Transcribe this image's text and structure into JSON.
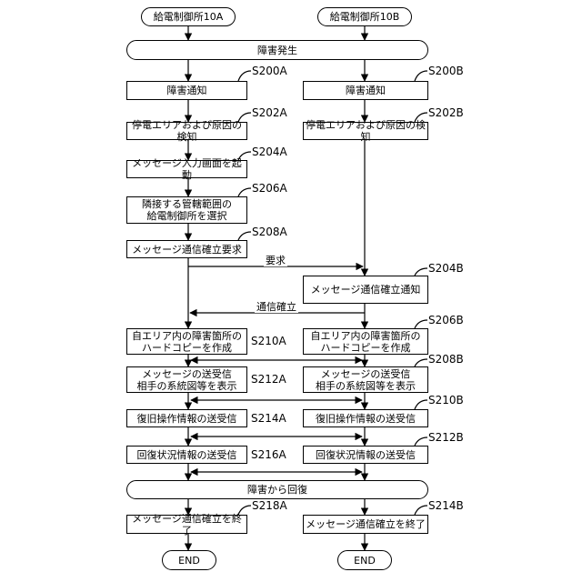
{
  "terminals": {
    "start_a": "給電制御所10A",
    "start_b": "給電制御所10B",
    "end_a": "END",
    "end_b": "END"
  },
  "banners": {
    "fault_occurs": "障害発生",
    "fault_recovery": "障害から回復"
  },
  "steps": {
    "a_notify": {
      "id": "S200A",
      "text": "障害通知"
    },
    "b_notify": {
      "id": "S200B",
      "text": "障害通知"
    },
    "a_detect": {
      "id": "S202A",
      "text": "停電エリアおよび原因の検知"
    },
    "b_detect": {
      "id": "S202B",
      "text": "停電エリアおよび原因の検知"
    },
    "a_start_screen": {
      "id": "S204A",
      "text": "メッセージ入力画面を起動"
    },
    "a_select": {
      "id": "S206A",
      "text": "隣接する管轄範囲の\n給電制御所を選択"
    },
    "a_request": {
      "id": "S208A",
      "text": "メッセージ通信確立要求"
    },
    "b_notify_est": {
      "id": "S204B",
      "text": "メッセージ通信確立通知"
    },
    "a_hardcopy": {
      "id": "S210A",
      "text": "自エリア内の障害箇所の\nハードコピーを作成"
    },
    "b_hardcopy": {
      "id": "S206B",
      "text": "自エリア内の障害箇所の\nハードコピーを作成"
    },
    "a_exchange": {
      "id": "S212A",
      "text": "メッセージの送受信\n相手の系統図等を表示"
    },
    "b_exchange": {
      "id": "S208B",
      "text": "メッセージの送受信\n相手の系統図等を表示"
    },
    "a_restore_ops": {
      "id": "S214A",
      "text": "復旧操作情報の送受信"
    },
    "b_restore_ops": {
      "id": "S210B",
      "text": "復旧操作情報の送受信"
    },
    "a_recovery_status": {
      "id": "S216A",
      "text": "回復状況情報の送受信"
    },
    "b_recovery_status": {
      "id": "S212B",
      "text": "回復状況情報の送受信"
    },
    "a_end_comm": {
      "id": "S218A",
      "text": "メッセージ通信確立を終了"
    },
    "b_end_comm": {
      "id": "S214B",
      "text": "メッセージ通信確立を終了"
    }
  },
  "messages": {
    "request": "要求",
    "established": "通信確立"
  }
}
